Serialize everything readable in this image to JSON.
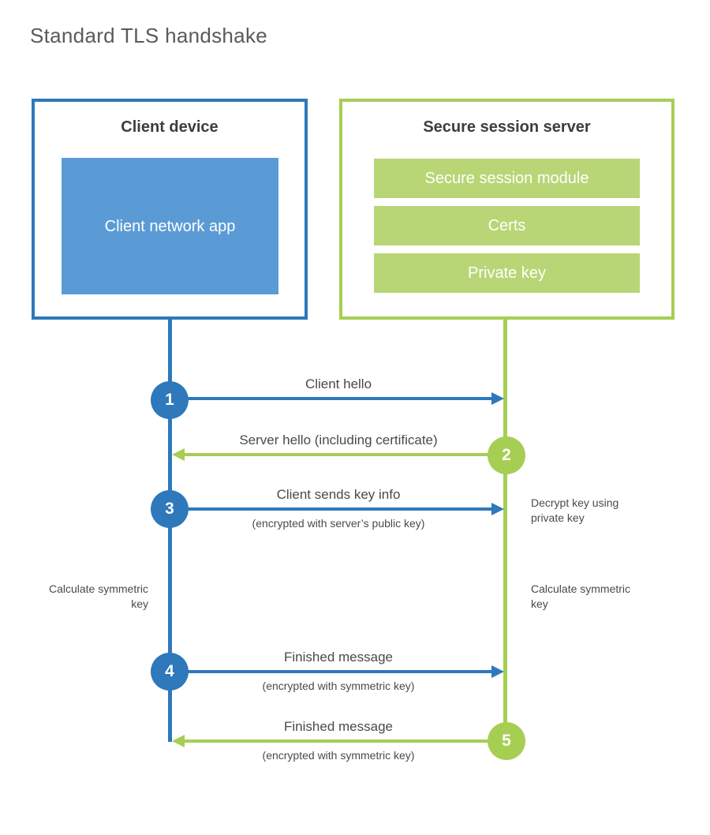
{
  "title": "Standard TLS handshake",
  "colors": {
    "client_accent": "#2e78bb",
    "client_fill": "#5b9bd5",
    "server_accent": "#a6ce53",
    "server_fill": "#b8d676",
    "title_text": "#5a5a5a",
    "label_text": "#4a4a4a"
  },
  "client": {
    "title": "Client device",
    "module": "Client network app"
  },
  "server": {
    "title": "Secure session server",
    "modules": [
      "Secure session module",
      "Certs",
      "Private key"
    ]
  },
  "steps": [
    {
      "num": "1",
      "actor": "client",
      "direction": "client-to-server",
      "label": "Client hello"
    },
    {
      "num": "2",
      "actor": "server",
      "direction": "server-to-client",
      "label": "Server hello (including certificate)"
    },
    {
      "num": "3",
      "actor": "client",
      "direction": "client-to-server",
      "label": "Client sends key info",
      "sub": "(encrypted with server’s public key)",
      "side_note": "Decrypt key using private key"
    },
    {
      "num": "4",
      "actor": "client",
      "direction": "client-to-server",
      "label": "Finished message",
      "sub": "(encrypted with symmetric key)"
    },
    {
      "num": "5",
      "actor": "server",
      "direction": "server-to-client",
      "label": "Finished message",
      "sub": "(encrypted with symmetric key)"
    }
  ],
  "notes": {
    "client_calculate": "Calculate symmetric key",
    "server_calculate": "Calculate symmetric key"
  }
}
